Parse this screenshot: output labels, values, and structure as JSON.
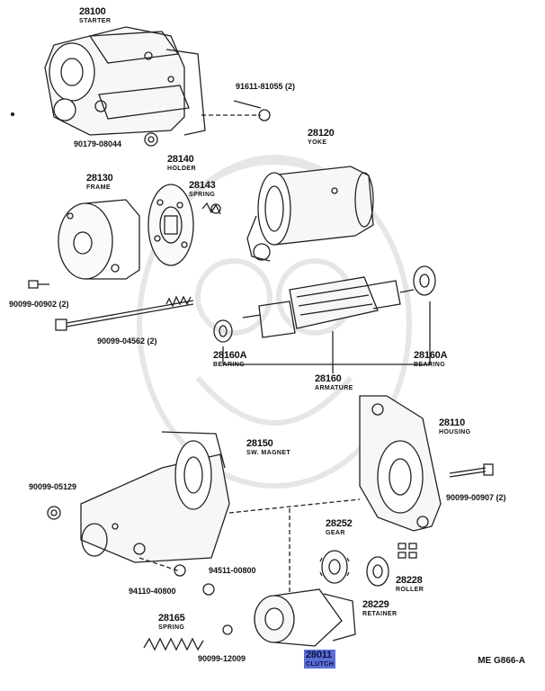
{
  "colors": {
    "ink": "#222222",
    "watermark": "#e6e6e6",
    "highlight": "#5a6fd6"
  },
  "parts": [
    {
      "number": "28100",
      "name": "STARTER"
    },
    {
      "number": "28120",
      "name": "YOKE"
    },
    {
      "number": "28140",
      "name": "HOLDER"
    },
    {
      "number": "28143",
      "name": "SPRING"
    },
    {
      "number": "28130",
      "name": "FRAME"
    },
    {
      "number": "28160A",
      "name": "BEARING"
    },
    {
      "number": "28160A",
      "name": "BEARING"
    },
    {
      "number": "28160",
      "name": "ARMATURE"
    },
    {
      "number": "28110",
      "name": "HOUSING"
    },
    {
      "number": "28150",
      "name": "SW. MAGNET"
    },
    {
      "number": "28252",
      "name": "GEAR"
    },
    {
      "number": "28228",
      "name": "ROLLER"
    },
    {
      "number": "28229",
      "name": "RETAINER"
    },
    {
      "number": "28165",
      "name": "SPRING"
    },
    {
      "number": "28011",
      "name": "CLUTCH",
      "highlighted": true
    }
  ],
  "part_numbers": [
    "91611-81055 (2)",
    "90179-08044",
    "90099-00902 (2)",
    "90099-04562 (2)",
    "90099-05129",
    "90099-00907 (2)",
    "94511-00800",
    "94110-40800",
    "90099-12009"
  ],
  "diagram_code": "ME  G866-A"
}
